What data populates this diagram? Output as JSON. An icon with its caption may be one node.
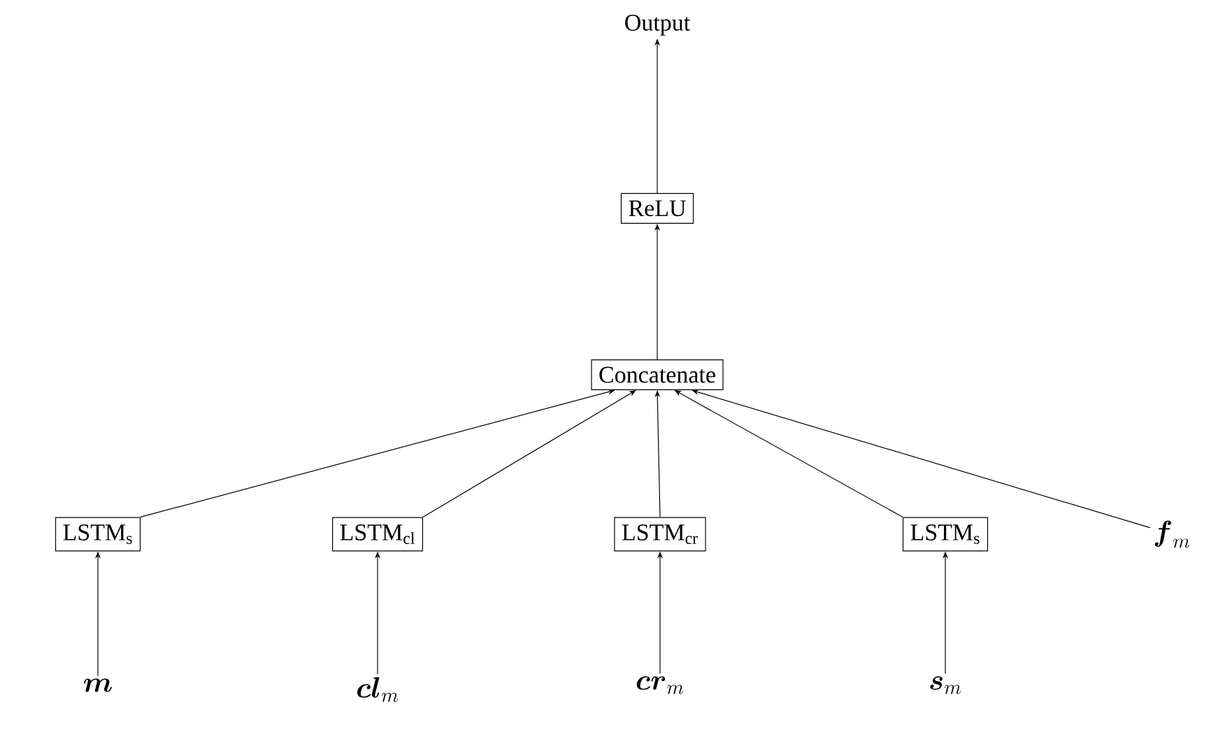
{
  "diagram": {
    "nodes": [
      {
        "text": [
          "Output"
        ]
      },
      {
        "text": [
          "ReLU"
        ]
      },
      {
        "text": [
          "Concatenate"
        ]
      },
      {
        "text": [
          "LSTM$_{s}$"
        ]
      },
      {
        "text": [
          "LSTM$_{cl}$"
        ]
      },
      {
        "text": [
          "LSTM$_{cr}$"
        ]
      },
      {
        "text": [
          "LSTM$_{s}$"
        ]
      },
      {
        "text": [
          "\\boldsymbol{f}_m"
        ]
      },
      {
        "text": [
          "\\boldsymbol{m}"
        ]
      },
      {
        "text": [
          "\\boldsymbol{cl}_m"
        ]
      },
      {
        "text": [
          "\\boldsymbol{cr}_m"
        ]
      },
      {
        "text": [
          "\\boldsymbol{s}_m"
        ]
      }
    ],
    "edges": [
      {
        "from": 1,
        "to": 0,
        "arrow": "to"
      },
      {
        "from": 2,
        "to": 1,
        "arrow": "to"
      },
      {
        "from": 3,
        "to": 2,
        "arrow": "to"
      },
      {
        "from": 4,
        "to": 2,
        "arrow": "to"
      },
      {
        "from": 5,
        "to": 2,
        "arrow": "to"
      },
      {
        "from": 6,
        "to": 2,
        "arrow": "to"
      },
      {
        "from": 7,
        "to": 2,
        "arrow": "to"
      },
      {
        "from": 8,
        "to": 3,
        "arrow": "to"
      },
      {
        "from": 9,
        "to": 4,
        "arrow": "to"
      },
      {
        "from": 10,
        "to": 5,
        "arrow": "to"
      },
      {
        "from": 11,
        "to": 6,
        "arrow": "to"
      }
    ]
  }
}
